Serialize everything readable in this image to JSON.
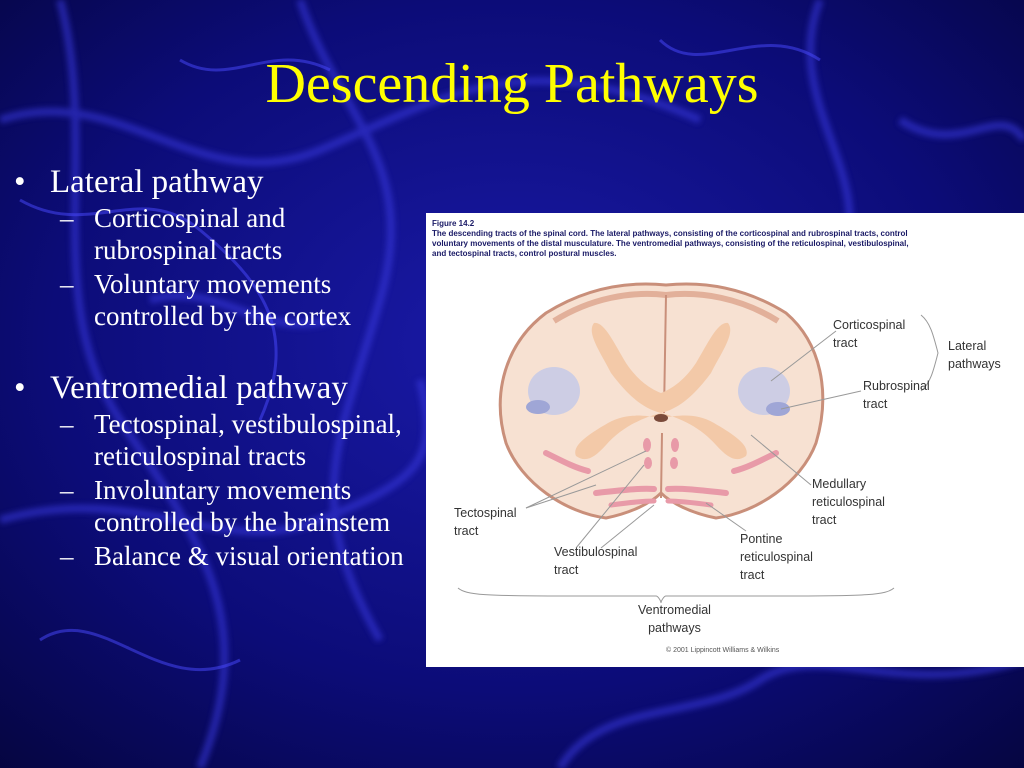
{
  "slide": {
    "title": "Descending Pathways",
    "bullets": [
      {
        "text": "Lateral pathway",
        "subs": [
          "Corticospinal and rubrospinal tracts",
          "Voluntary movements controlled by the cortex"
        ]
      },
      {
        "text": "Ventromedial pathway",
        "subs": [
          "Tectospinal, vestibulospinal, reticulospinal tracts",
          "Involuntary movements controlled by the brainstem",
          "Balance & visual orientation"
        ]
      }
    ]
  },
  "figure": {
    "caption_title": "Figure 14.2",
    "caption": "The descending tracts of the spinal cord. The lateral pathways, consisting of the corticospinal and rubrospinal tracts, control voluntary movements of the distal musculature. The ventromedial pathways, consisting of the reticulospinal, vestibulospinal, and tectospinal tracts, control postural muscles.",
    "labels": {
      "corticospinal": "Corticospinal\ntract",
      "rubrospinal": "Rubrospinal\ntract",
      "lateral": "Lateral\npathways",
      "medullary": "Medullary\nreticulospinal\ntract",
      "tectospinal": "Tectospinal\ntract",
      "vestibulospinal": "Vestibulospinal\ntract",
      "pontine": "Pontine\nreticulospinal\ntract",
      "ventromedial": "Ventromedial\npathways"
    },
    "copyright": "© 2001 Lippincott Williams & Wilkins"
  },
  "colors": {
    "title": "#ffff00",
    "text": "#ffffff",
    "background": "#0a0a6e"
  }
}
